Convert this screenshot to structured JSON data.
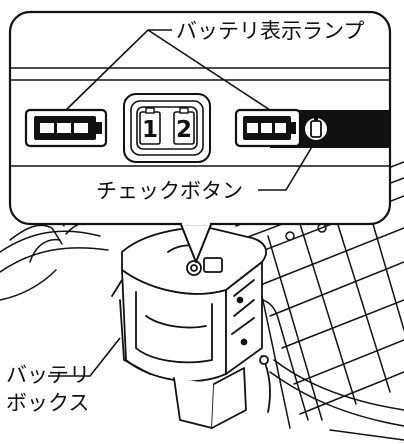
{
  "labels": {
    "battery_lamp": "バッテリ表示ランプ",
    "check_button": "チェックボタン",
    "battery_box_line1": "バッテリ",
    "battery_box_line2": "ボックス"
  },
  "module_digits": [
    "1",
    "2"
  ],
  "icons": [
    "battery-lamp-icon",
    "battery-check-icon"
  ],
  "colors": {
    "line": "#111111",
    "panel_fill": "#ffffff",
    "dark_strip": "#111111"
  }
}
